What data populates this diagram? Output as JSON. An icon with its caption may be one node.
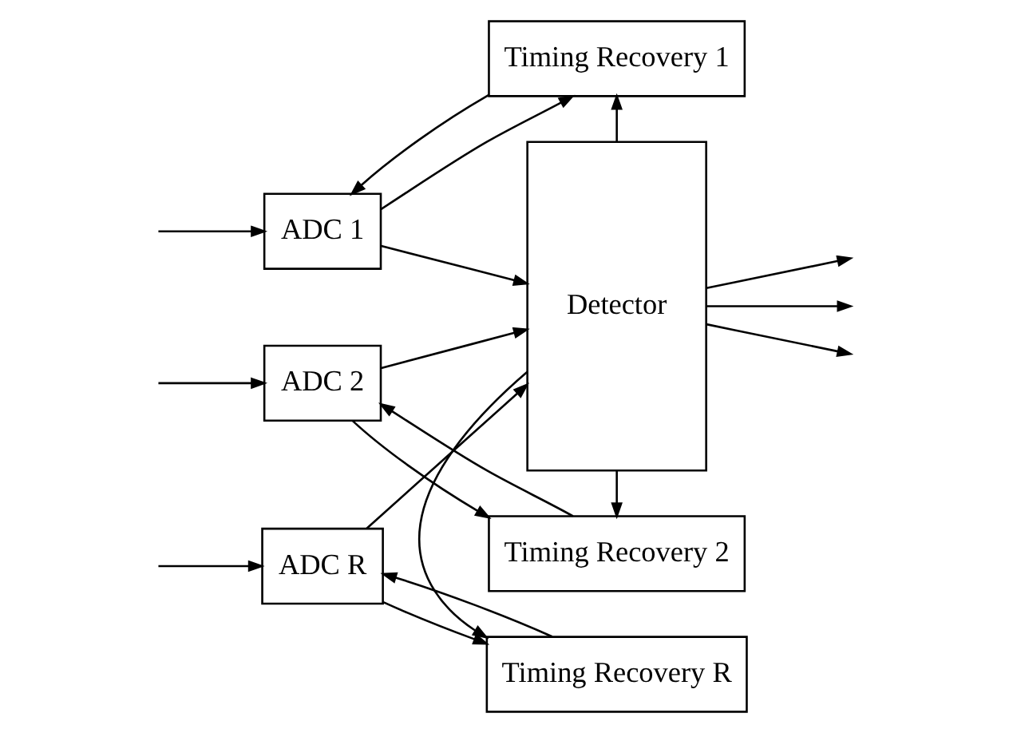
{
  "diagram": {
    "nodes": [
      {
        "text": [
          "ADC 1"
        ]
      },
      {
        "text": [
          "Timing Recovery 1"
        ]
      },
      {
        "text": [
          "ADC 2"
        ]
      },
      {
        "text": [
          "Timing Recovery 2"
        ]
      },
      {
        "text": [
          "ADC R"
        ]
      },
      {
        "text": [
          "Timing Recovery R"
        ]
      },
      {
        "text": [
          "Detector"
        ]
      }
    ],
    "edges": [
      {
        "from": null,
        "to": 0,
        "arrow": "to"
      },
      {
        "from": null,
        "to": 2,
        "arrow": "to"
      },
      {
        "from": null,
        "to": 4,
        "arrow": "to"
      },
      {
        "from": 0,
        "to": 6,
        "arrow": "to"
      },
      {
        "from": 0,
        "to": 1,
        "arrow": "to"
      },
      {
        "from": 6,
        "to": 1,
        "arrow": "to"
      },
      {
        "from": 1,
        "to": 0,
        "arrow": "to"
      },
      {
        "from": 2,
        "to": 6,
        "arrow": "to"
      },
      {
        "from": 2,
        "to": 3,
        "arrow": "to"
      },
      {
        "from": 6,
        "to": 3,
        "arrow": "to"
      },
      {
        "from": 3,
        "to": 2,
        "arrow": "to"
      },
      {
        "from": 4,
        "to": 6,
        "arrow": "to"
      },
      {
        "from": 4,
        "to": 5,
        "arrow": "to"
      },
      {
        "from": 6,
        "to": 5,
        "arrow": "to"
      },
      {
        "from": 5,
        "to": 4,
        "arrow": "to"
      },
      {
        "from": 6,
        "to": null,
        "arrow": "to"
      },
      {
        "from": 6,
        "to": null,
        "arrow": "to"
      },
      {
        "from": 6,
        "to": null,
        "arrow": "to"
      }
    ]
  }
}
